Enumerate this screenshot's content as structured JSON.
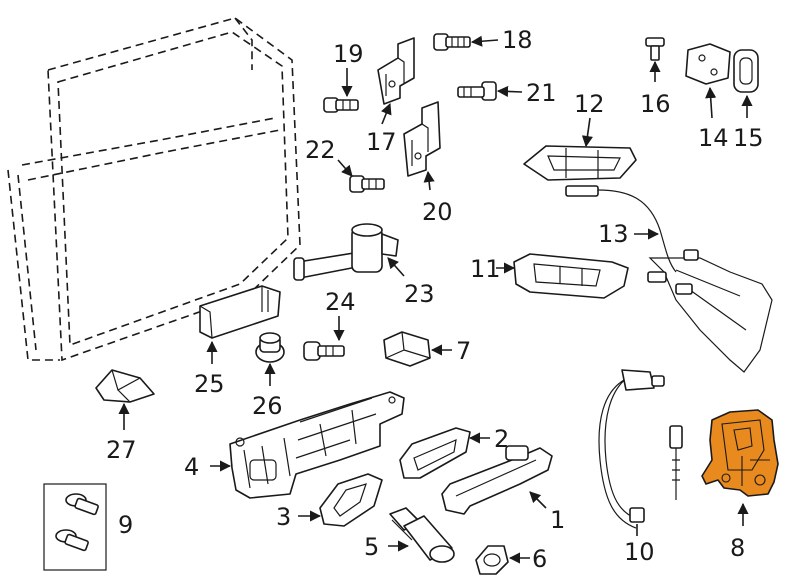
{
  "callouts": {
    "c1": "1",
    "c2": "2",
    "c3": "3",
    "c4": "4",
    "c5": "5",
    "c6": "6",
    "c7": "7",
    "c8": "8",
    "c9": "9",
    "c10": "10",
    "c11": "11",
    "c12": "12",
    "c13": "13",
    "c14": "14",
    "c15": "15",
    "c16": "16",
    "c17": "17",
    "c18": "18",
    "c19": "19",
    "c20": "20",
    "c21": "21",
    "c22": "22",
    "c23": "23",
    "c24": "24",
    "c25": "25",
    "c26": "26",
    "c27": "27"
  },
  "colors": {
    "line": "#1a1a1a",
    "highlight": "#e98a1e",
    "background": "#ffffff"
  },
  "highlighted_part": "8"
}
